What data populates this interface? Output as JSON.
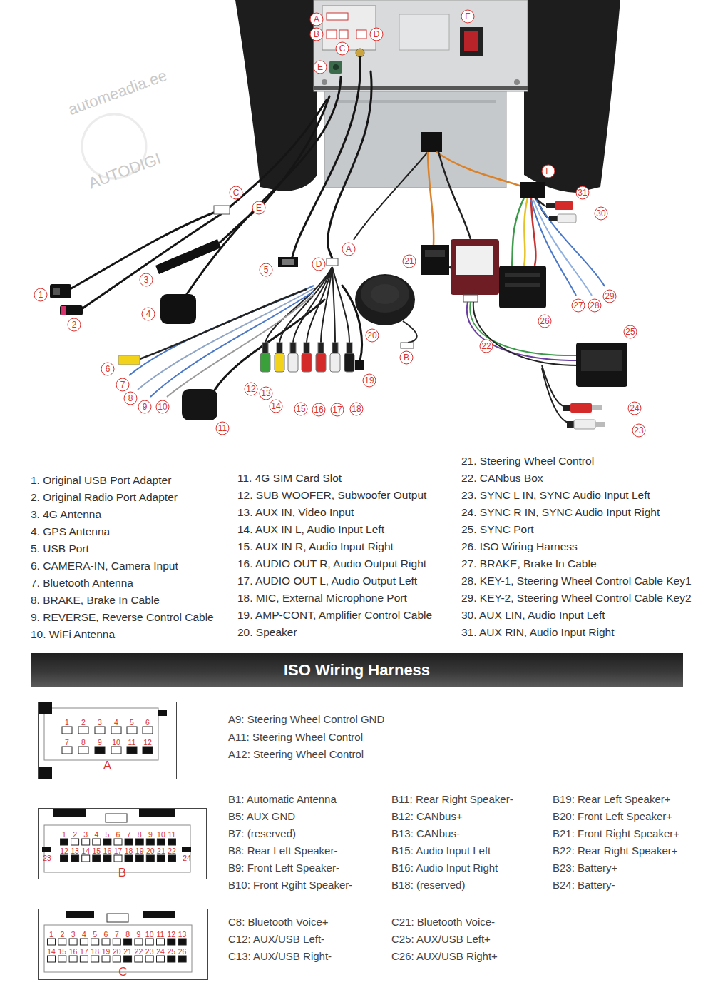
{
  "diagram": {
    "nodes": [
      {
        "text": [
          "ISO Wiring Harness"
        ]
      },
      {
        "text": [
          "A"
        ]
      },
      {
        "text": [
          "B"
        ]
      },
      {
        "text": [
          "C"
        ]
      }
    ],
    "labels": [
      "1",
      "2",
      "3",
      "4",
      "5",
      "6",
      "7",
      "8",
      "9",
      "10",
      "11",
      "12",
      "13",
      "14",
      "15",
      "16",
      "17",
      "18",
      "19",
      "20",
      "21",
      "22",
      "23",
      "24",
      "25",
      "26",
      "27",
      "28",
      "29",
      "30",
      "31",
      "A",
      "B",
      "C",
      "D",
      "E",
      "F",
      "C",
      "E",
      "D",
      "A",
      "B",
      "F",
      "1. Original USB Port Adapter",
      "2. Original Radio Port Adapter",
      "3. 4G Antenna",
      "4. GPS Antenna",
      "5. USB Port",
      "6. CAMERA-IN, Camera Input",
      "7. Bluetooth Antenna",
      "8. BRAKE, Brake In Cable",
      "9. REVERSE, Reverse Control Cable",
      "10. WiFi Antenna",
      "11. 4G SIM Card Slot",
      "12. SUB WOOFER, Subwoofer Output",
      "13. AUX IN, Video Input",
      "14. AUX IN L, Audio Input Left",
      "15. AUX IN R, Audio Input Right",
      "16. AUDIO OUT R, Audio Output Right",
      "17. AUDIO OUT L, Audio Output Left",
      "18. MIC, External Microphone Port",
      "19. AMP-CONT, Amplifier Control Cable",
      "20. Speaker",
      "21. Steering Wheel Control",
      "22. CANbus Box",
      "23. SYNC L IN, SYNC Audio Input Left",
      "24. SYNC R IN, SYNC Audio Input Right",
      "25. SYNC Port",
      "26. ISO Wiring Harness",
      "27. BRAKE, Brake In Cable",
      "28. KEY-1, Steering Wheel Control Cable Key1",
      "29. KEY-2, Steering Wheel Control Cable Key2",
      "30. AUX LIN, Audio Input Left",
      "31. AUX RIN, Audio Input Right",
      "A9: Steering Wheel Control GND",
      "A11: Steering Wheel Control",
      "A12: Steering Wheel Control",
      "1",
      "2",
      "3",
      "4",
      "5",
      "6",
      "7",
      "8",
      "9",
      "10",
      "11",
      "12",
      "B1: Automatic Antenna",
      "B5: AUX GND",
      "B7: (reserved)",
      "B8: Rear Left Speaker-",
      "B9: Front Left Speaker-",
      "B10: Front Rgiht Speaker-",
      "B11: Rear Right Speaker-",
      "B12: CANbus+",
      "B13: CANbus-",
      "B15: Audio Input Left",
      "B16: Audio Input Right",
      "B18: (reserved)",
      "B19: Rear Left Speaker+",
      "B20: Front Left Speaker+",
      "B21: Front Right Speaker+",
      "B22: Rear Right Speaker+",
      "B23: Battery+",
      "B24: Battery-",
      "1",
      "2",
      "3",
      "4",
      "5",
      "6",
      "7",
      "8",
      "9",
      "10",
      "11",
      "12",
      "13",
      "14",
      "15",
      "16",
      "17",
      "18",
      "19",
      "20",
      "21",
      "22",
      "23",
      "24",
      "C8: Bluetooth Voice+",
      "C12: AUX/USB Left-",
      "C13: AUX/USB Right-",
      "C21: Bluetooth Voice-",
      "C25: AUX/USB Left+",
      "C26: AUX/USB Right+",
      "1",
      "2",
      "3",
      "4",
      "5",
      "6",
      "7",
      "8",
      "9",
      "10",
      "11",
      "12",
      "13",
      "14",
      "15",
      "16",
      "17",
      "18",
      "19",
      "20",
      "21",
      "22",
      "23",
      "24",
      "25",
      "26",
      "automeadia.ee",
      "AUTODIGI"
    ]
  }
}
